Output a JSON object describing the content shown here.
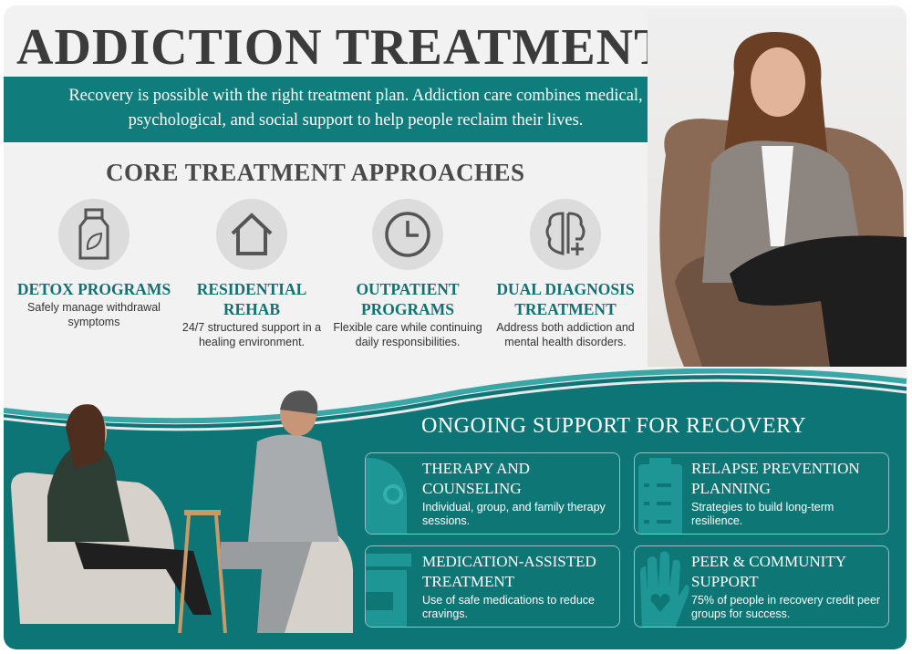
{
  "header": {
    "title": "ADDICTION TREATMENT",
    "subtitle": "Recovery is possible with the right treatment plan. Addiction care combines medical, psychological, and social support to help people reclaim their lives."
  },
  "core": {
    "heading": "CORE TREATMENT APPROACHES",
    "items": [
      {
        "icon": "bottle-leaf-icon",
        "title": "DETOX PROGRAMS",
        "desc": "Safely manage withdrawal symptoms"
      },
      {
        "icon": "house-icon",
        "title": "RESIDENTIAL REHAB",
        "desc": "24/7 structured support in a healing environment."
      },
      {
        "icon": "clock-icon",
        "title": "OUTPATIENT PROGRAMS",
        "desc": "Flexible care while continuing daily responsibilities."
      },
      {
        "icon": "brain-plus-icon",
        "title": "DUAL DIAGNOSIS TREATMENT",
        "desc": "Address both addiction and mental health disorders."
      }
    ]
  },
  "support": {
    "heading": "ONGOING SUPPORT FOR RECOVERY",
    "cards": [
      {
        "icon": "chair-icon",
        "title": "THERAPY AND COUNSELING",
        "desc": "Individual, group, and family therapy sessions."
      },
      {
        "icon": "checklist-icon",
        "title": "RELAPSE PREVENTION PLANNING",
        "desc": "Strategies to build long-term resilience."
      },
      {
        "icon": "pill-bottle-icon",
        "title": "MEDICATION-ASSISTED TREATMENT",
        "desc": "Use of safe medications to reduce cravings."
      },
      {
        "icon": "hand-heart-icon",
        "title": "PEER & COMMUNITY SUPPORT",
        "desc": "75% of people in recovery credit peer groups for success."
      }
    ]
  },
  "colors": {
    "teal": "#107c7c",
    "title": "#3b3b3b",
    "bg": "#f2f2f2"
  }
}
